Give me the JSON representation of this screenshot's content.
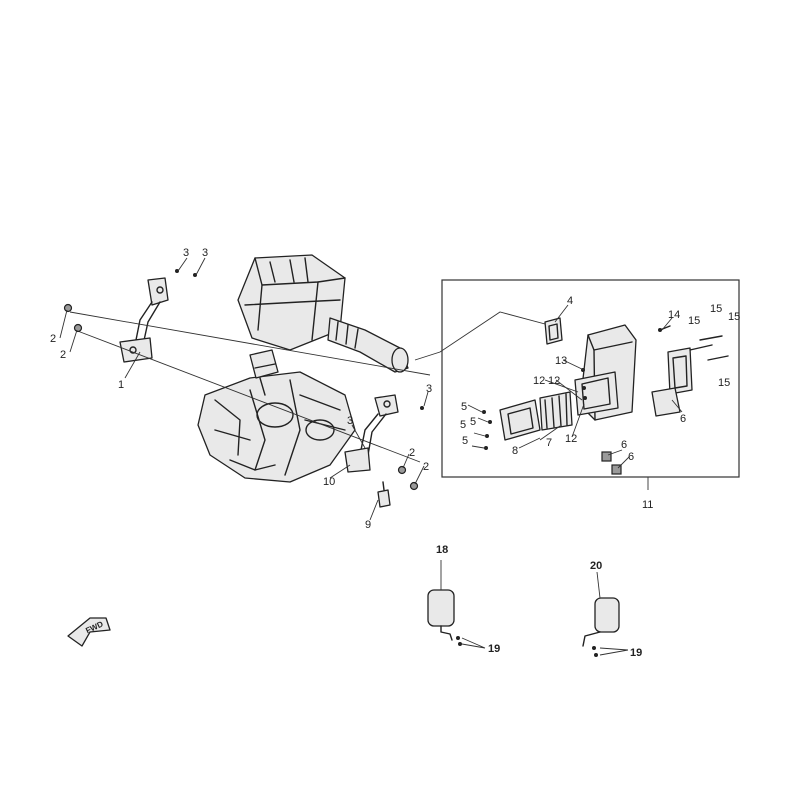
{
  "diagram": {
    "callouts": {
      "c1": "1",
      "c2a": "2",
      "c2b": "2",
      "c2c": "2",
      "c2d": "2",
      "c3a": "3",
      "c3b": "3",
      "c3c": "3",
      "c3d": "3",
      "c4": "4",
      "c5a": "5",
      "c5b": "5",
      "c5c": "5",
      "c5d": "5",
      "c6a": "6",
      "c6b": "6",
      "c6c": "6",
      "c7": "7",
      "c8": "8",
      "c9": "9",
      "c10": "10",
      "c11": "11",
      "c12a": "12",
      "c12b": "12",
      "c12c": "12",
      "c13": "13",
      "c14": "14",
      "c15a": "15",
      "c15b": "15",
      "c15c": "15",
      "c15d": "15",
      "c18": "18",
      "c19a": "19",
      "c19b": "19",
      "c20": "20"
    },
    "direction_arrow": {
      "label": "FWD",
      "icon": "direction-arrow-icon"
    }
  }
}
